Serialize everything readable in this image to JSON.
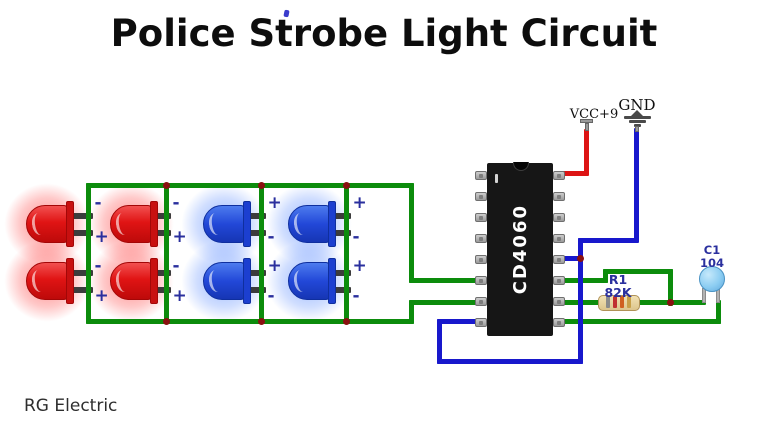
{
  "title": "Police Strobe Light Circuit",
  "credit": "RG Electric",
  "ic": {
    "part_number": "CD4060"
  },
  "power": {
    "vcc": "VCC+9",
    "gnd": "GND"
  },
  "resistor": {
    "ref": "R1",
    "value": "82K"
  },
  "capacitor": {
    "ref": "C1",
    "value": "104"
  },
  "leds": [
    {
      "color": "red",
      "row": 0,
      "col": 0,
      "top_sign": "-",
      "bottom_sign": "+"
    },
    {
      "color": "red",
      "row": 1,
      "col": 0,
      "top_sign": "-",
      "bottom_sign": "+"
    },
    {
      "color": "red",
      "row": 0,
      "col": 1,
      "top_sign": "-",
      "bottom_sign": "+"
    },
    {
      "color": "red",
      "row": 1,
      "col": 1,
      "top_sign": "-",
      "bottom_sign": "+"
    },
    {
      "color": "blue",
      "row": 0,
      "col": 2,
      "top_sign": "+",
      "bottom_sign": "-"
    },
    {
      "color": "blue",
      "row": 1,
      "col": 2,
      "top_sign": "+",
      "bottom_sign": "-"
    },
    {
      "color": "blue",
      "row": 0,
      "col": 3,
      "top_sign": "+",
      "bottom_sign": "-"
    },
    {
      "color": "blue",
      "row": 1,
      "col": 3,
      "top_sign": "+",
      "bottom_sign": "-"
    }
  ],
  "colors": {
    "wire_green": "#0c8c0c",
    "wire_red": "#dd1414",
    "wire_blue": "#1818cc",
    "junction_dot": "#8a1010",
    "label_navy": "#2a2f9e",
    "led_red": "#e01414",
    "led_blue": "#2248d8"
  }
}
